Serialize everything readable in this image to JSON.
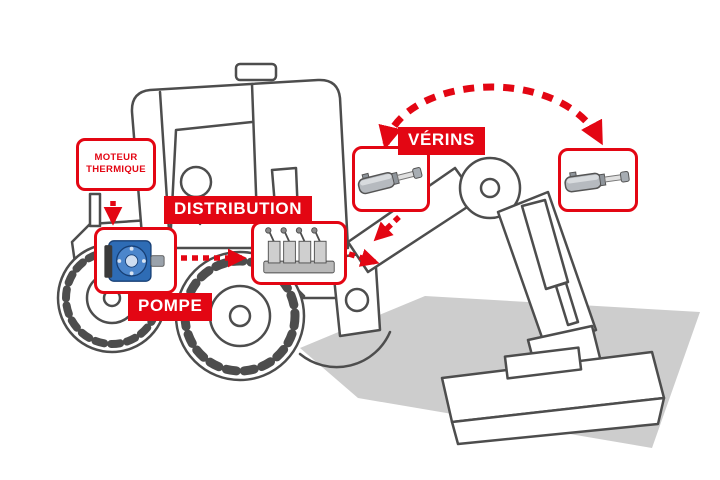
{
  "diagram": {
    "subject": "hydraulic circuit of a wheeled excavator (schema)",
    "colors": {
      "accent_red": "#e30613",
      "line_grey": "#4d4d4d",
      "shadow_grey": "#cdcdcd",
      "pump_blue": "#2e6cb5"
    }
  },
  "labels": {
    "moteur_line1": "MOTEUR",
    "moteur_line2": "THERMIQUE",
    "pompe": "POMPE",
    "distribution": "DISTRIBUTION",
    "verins": "VÉRINS"
  },
  "components": {
    "pump_icon": "gear-pump",
    "distribution_icon": "control-valve-block",
    "cylinder_icon": "hydraulic-cylinder",
    "machine_icon": "wheeled-excavator-line-art"
  }
}
